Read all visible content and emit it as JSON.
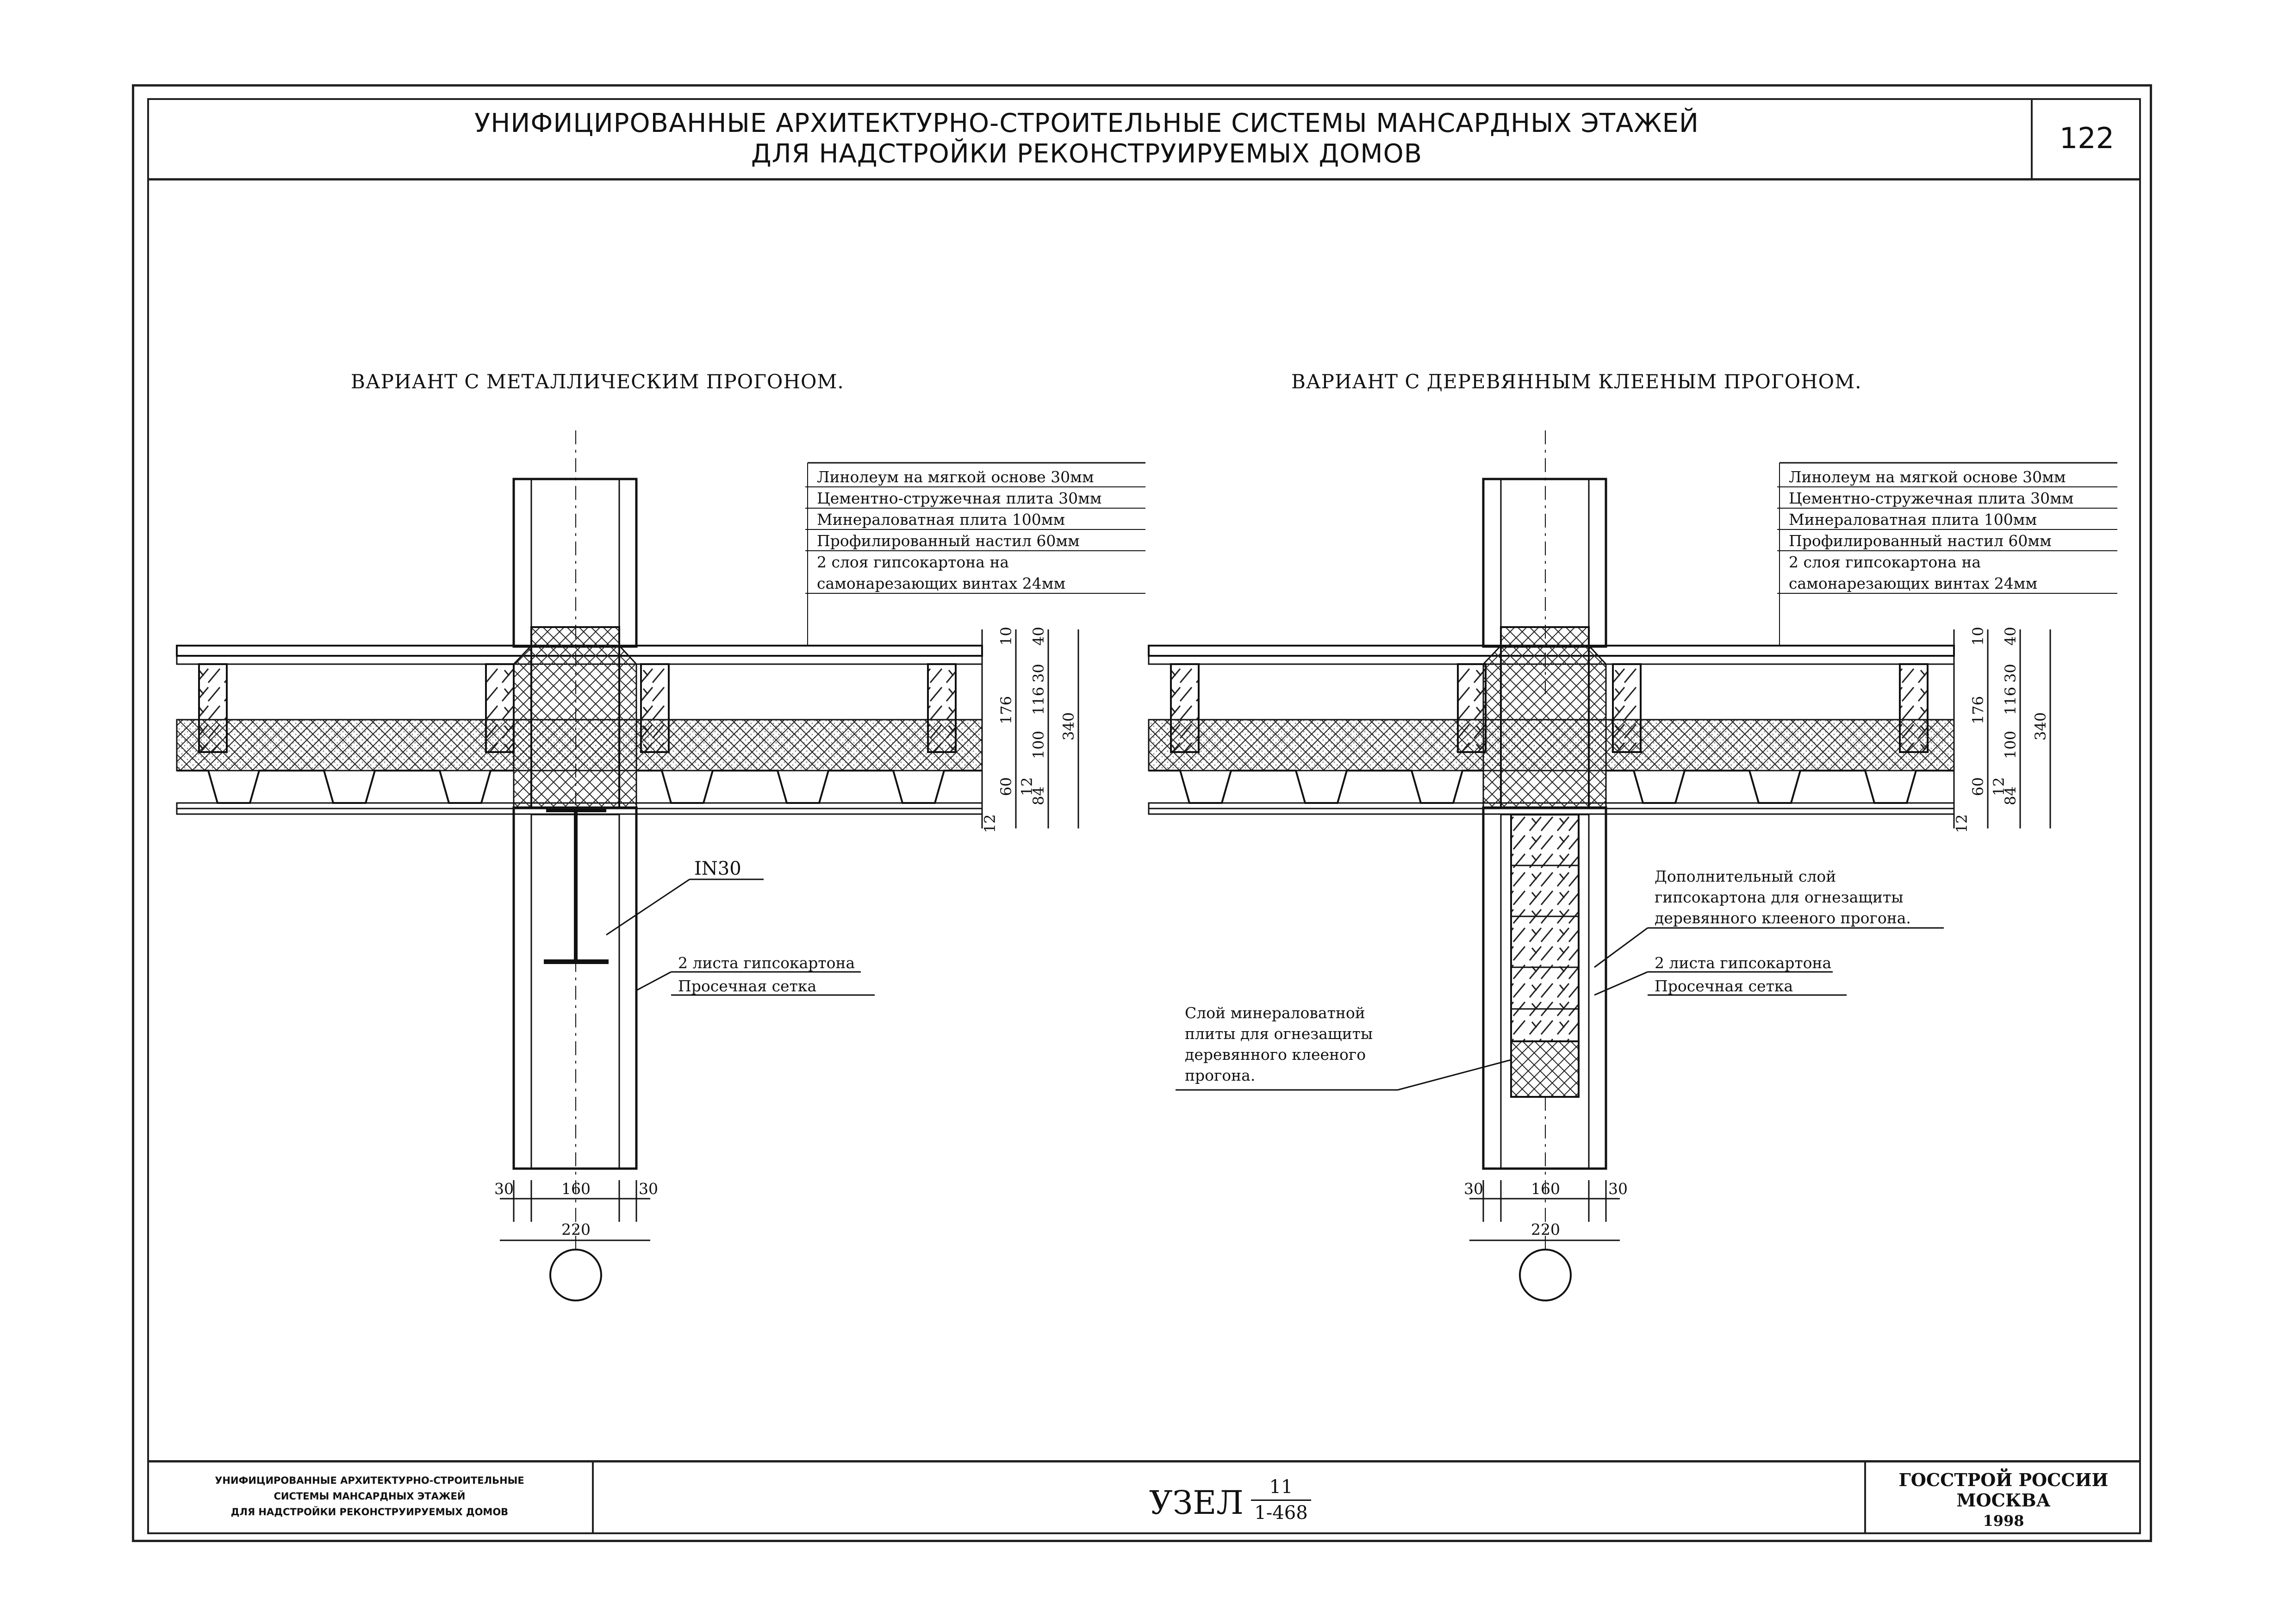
{
  "header": {
    "title_line1": "УНИФИЦИРОВАННЫЕ АРХИТЕКТУРНО-СТРОИТЕЛЬНЫЕ СИСТЕМЫ МАНСАРДНЫХ ЭТАЖЕЙ",
    "title_line2": "ДЛЯ НАДСТРОЙКИ РЕКОНСТРУИРУЕМЫХ ДОМОВ",
    "page_number": "122"
  },
  "variants": {
    "left_title": "ВАРИАНТ С МЕТАЛЛИЧЕСКИМ ПРОГОНОМ.",
    "right_title": "ВАРИАНТ С ДЕРЕВЯННЫМ КЛЕЕНЫМ ПРОГОНОМ."
  },
  "layers": [
    "Линолеум на мягкой основе 30мм",
    "Цементно-стружечная плита 30мм",
    "Минераловатная плита    100мм",
    "Профилированный настил  60мм",
    "2 слоя гипсокартона на",
    "самонарезающих винтах   24мм"
  ],
  "dims_vertical": {
    "d10": "10",
    "d40": "40",
    "d30": "30",
    "d116": "116",
    "d176": "176",
    "d100": "100",
    "d340": "340",
    "d60": "60",
    "d12a": "12",
    "d84": "84",
    "d12b": "12"
  },
  "dims_horizontal": {
    "w30a": "30",
    "w160": "160",
    "w30b": "30",
    "w220": "220"
  },
  "left_notes": {
    "beam": "IN30",
    "gypsum": "2 листа гипсокартона",
    "mesh": "Просечная сетка"
  },
  "right_notes": {
    "extra_1": "Дополнительный слой",
    "extra_2": "гипсокартона для огнезащиты",
    "extra_3": "деревянного клееного прогона.",
    "gypsum": "2 листа гипсокартона",
    "mesh": "Просечная сетка",
    "mineral_1": "Слой минераловатной",
    "mineral_2": "плиты для огнезащиты",
    "mineral_3": "деревянного клееного",
    "mineral_4": "прогона."
  },
  "footer": {
    "left_line1": "УНИФИЦИРОВАННЫЕ АРХИТЕКТУРНО-СТРОИТЕЛЬНЫЕ",
    "left_line2": "СИСТЕМЫ МАНСАРДНЫХ ЭТАЖЕЙ",
    "left_line3": "ДЛЯ НАДСТРОЙКИ РЕКОНСТРУИРУЕМЫХ ДОМОВ",
    "node_label": "УЗЕЛ",
    "node_number": "11",
    "node_series": "1-468",
    "org_line1": "ГОССТРОЙ РОССИИ",
    "org_line2": "МОСКВА",
    "year": "1998"
  }
}
